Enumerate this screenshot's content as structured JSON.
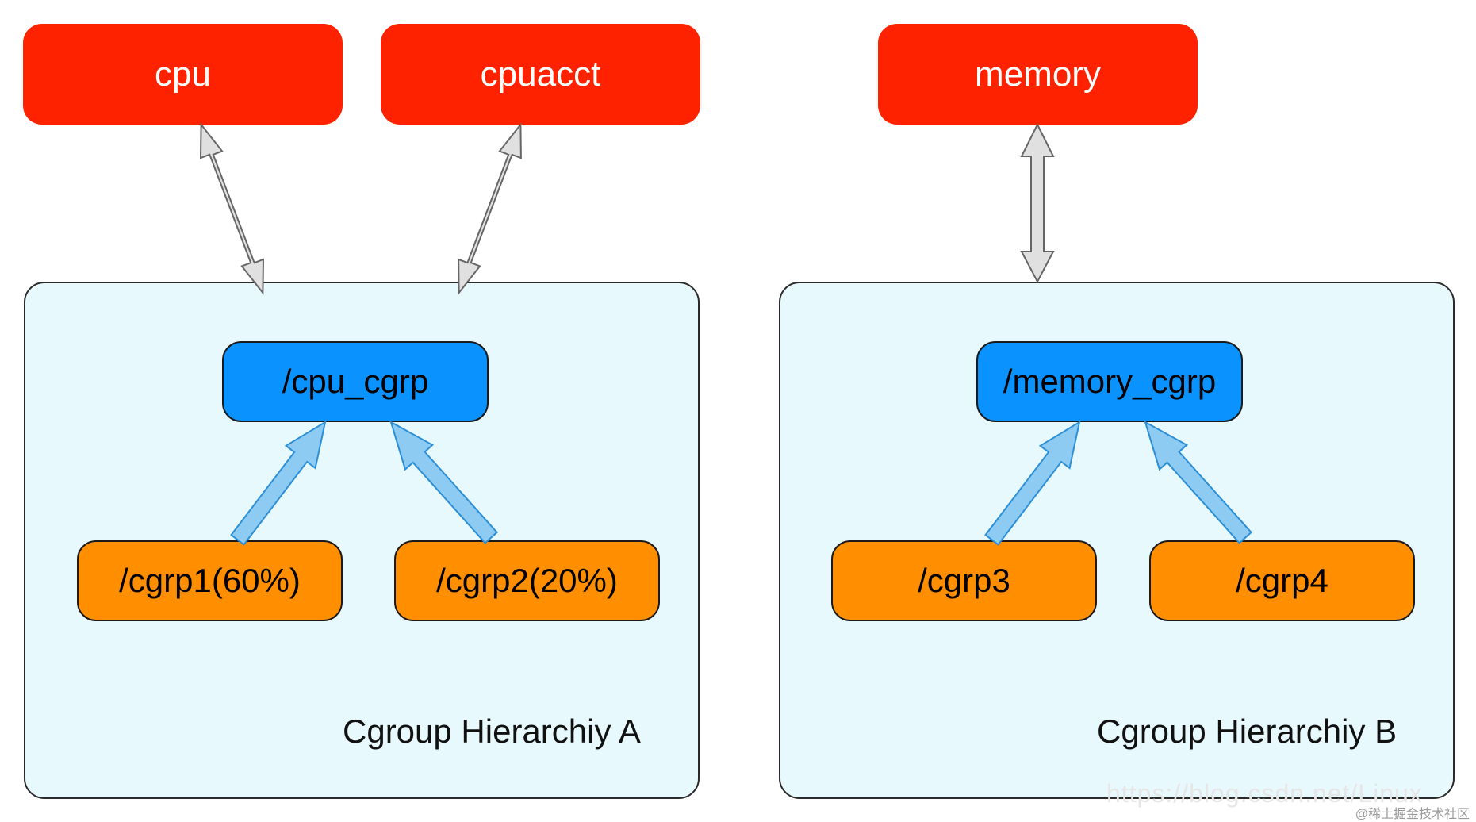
{
  "subsystems": {
    "cpu": "cpu",
    "cpuacct": "cpuacct",
    "memory": "memory"
  },
  "hierarchy_a": {
    "label": "Cgroup Hierarchiy A",
    "root": "/cpu_cgrp",
    "children": [
      "/cgrp1(60%)",
      "/cgrp2(20%)"
    ]
  },
  "hierarchy_b": {
    "label": "Cgroup Hierarchiy B",
    "root": "/memory_cgrp",
    "children": [
      "/cgrp3",
      "/cgrp4"
    ]
  },
  "watermark": {
    "url": "https://blog.csdn.net/Linux",
    "community": "@稀土掘金技术社区"
  },
  "colors": {
    "subsystem": "#ff2200",
    "hierarchy_bg": "#e8f9fe",
    "root_cgroup": "#0a93ff",
    "child_cgroup": "#ff8f00",
    "attach_arrow": "#e0e0e0",
    "child_arrow": "#8ecbf2"
  }
}
